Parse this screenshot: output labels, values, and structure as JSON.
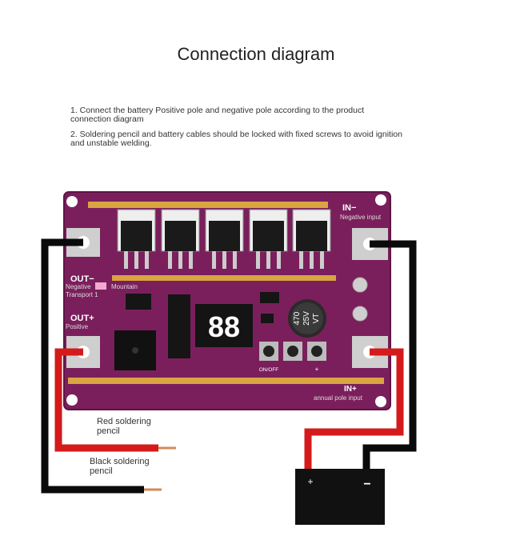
{
  "title": "Connection diagram",
  "notes": [
    "1. Connect the battery Positive pole and negative pole according to the product connection diagram",
    "2. Soldering pencil and battery cables should be locked with fixed screws to avoid ignition and unstable welding."
  ],
  "board": {
    "in_neg": "IN−",
    "in_neg_sub": "Negative input",
    "in_pos": "IN+",
    "in_pos_sub": "annual pole input",
    "out_neg": "OUT−",
    "out_neg_sub": "Negative",
    "out_neg_sub2": "Mountain",
    "out_neg_sub3": "Transport 1",
    "out_pos": "OUT+",
    "out_pos_sub": "Positive",
    "display": "88",
    "capacitor_line1": "470",
    "capacitor_line2": "25V",
    "capacitor_line3": "VT",
    "switch_label": "ON/OFF",
    "plus_sign": "+"
  },
  "red_pencil_label_1": "Red soldering",
  "red_pencil_label_2": "pencil",
  "black_pencil_label_1": "Black soldering",
  "black_pencil_label_2": "pencil",
  "battery_minus": "−",
  "battery_plus": "+",
  "colors": {
    "board": "#7a1f5c",
    "board_dark": "#5e1546",
    "red_wire": "#d41a1a",
    "black_wire": "#0a0a0a",
    "copper": "#d9a441"
  }
}
